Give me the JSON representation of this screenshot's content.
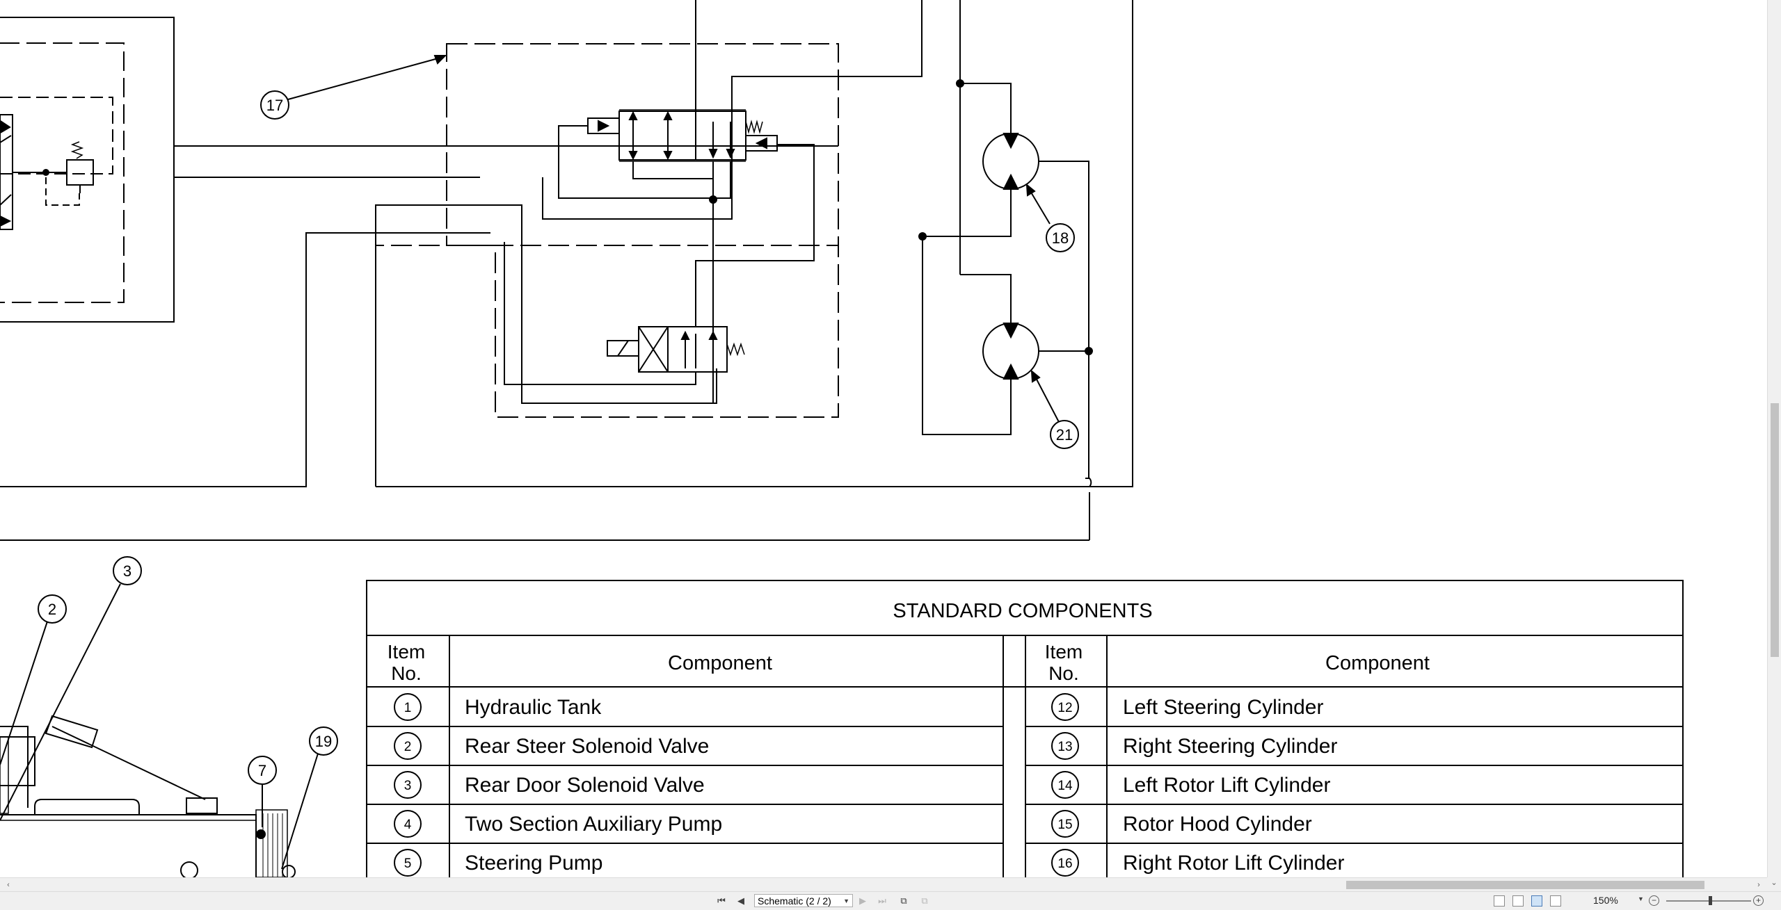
{
  "callouts": {
    "c17": "17",
    "c18": "18",
    "c21": "21",
    "c2": "2",
    "c3": "3",
    "c7": "7",
    "c19": "19"
  },
  "table": {
    "title": "STANDARD COMPONENTS",
    "header_item": "Item\nNo.",
    "header_item_line1": "Item",
    "header_item_line2": "No.",
    "header_component": "Component",
    "left_rows": [
      {
        "no": "1",
        "name": "Hydraulic Tank"
      },
      {
        "no": "2",
        "name": "Rear Steer Solenoid Valve"
      },
      {
        "no": "3",
        "name": "Rear Door Solenoid Valve"
      },
      {
        "no": "4",
        "name": "Two Section Auxiliary Pump"
      },
      {
        "no": "5",
        "name": "Steering Pump"
      }
    ],
    "right_rows": [
      {
        "no": "12",
        "name": "Left Steering Cylinder"
      },
      {
        "no": "13",
        "name": "Right Steering Cylinder"
      },
      {
        "no": "14",
        "name": "Left Rotor Lift Cylinder"
      },
      {
        "no": "15",
        "name": "Rotor Hood Cylinder"
      },
      {
        "no": "16",
        "name": "Right Rotor Lift Cylinder"
      }
    ]
  },
  "statusbar": {
    "sheet_label": "Schematic (2 / 2)",
    "zoom": "150%",
    "first_icon": "first-page-icon",
    "prev_icon": "prev-page-icon",
    "next_icon": "next-page-icon",
    "last_icon": "last-page-icon"
  }
}
